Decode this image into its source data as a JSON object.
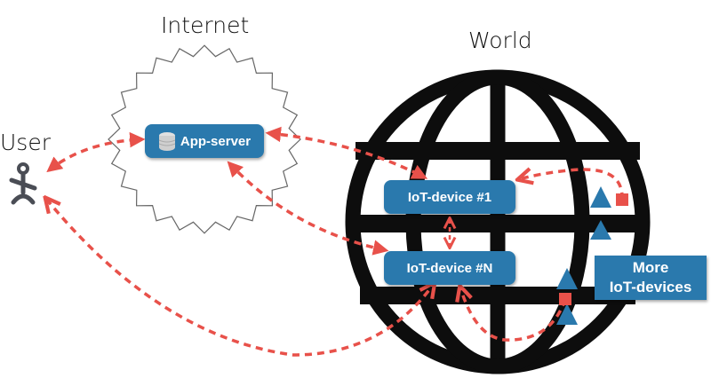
{
  "labels": {
    "internet": "Internet",
    "world": "World",
    "user": "User"
  },
  "nodes": {
    "app_server": "App-server",
    "iot_device_1": "IoT-device #1",
    "iot_device_n": "IoT-device #N",
    "more_devices_line1": "More",
    "more_devices_line2": "IoT-devices"
  },
  "icons": {
    "user": "person-icon",
    "server": "database-icon",
    "internet": "cloud-starburst-icon",
    "world": "globe-icon",
    "device": "triangle-icon"
  },
  "colors": {
    "box": "#2a79ad",
    "arrow": "#e8514a",
    "globe": "#0d0d0d",
    "user": "#4a4d55"
  },
  "connections": [
    {
      "from": "User",
      "to": "App-server",
      "bidirectional": true
    },
    {
      "from": "App-server",
      "to": "IoT-device #1",
      "bidirectional": true
    },
    {
      "from": "App-server",
      "to": "IoT-device #N",
      "bidirectional": true
    },
    {
      "from": "IoT-device #1",
      "to": "IoT-device #N",
      "bidirectional": true
    },
    {
      "from": "User",
      "to": "IoT-device #N",
      "bidirectional": true
    },
    {
      "from": "More IoT-devices",
      "to": "IoT-device #1",
      "bidirectional": false
    },
    {
      "from": "More IoT-devices",
      "to": "IoT-device #N",
      "bidirectional": false
    }
  ]
}
